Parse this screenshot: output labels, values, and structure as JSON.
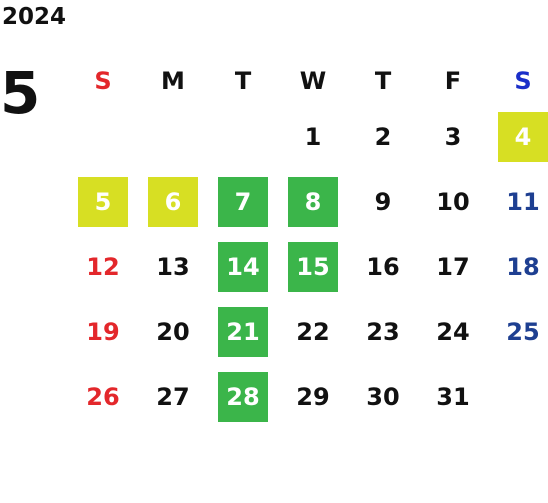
{
  "year": "2024",
  "month": "5",
  "colors": {
    "sunday": "#e3272b",
    "saturday": "#1e3f91",
    "saturday_header": "#1a2ec9",
    "highlight_yellow": "#d7df23",
    "highlight_green": "#3bb54a"
  },
  "weekdays": [
    "S",
    "M",
    "T",
    "W",
    "T",
    "F",
    "S"
  ],
  "weeks": [
    [
      {
        "day": ""
      },
      {
        "day": ""
      },
      {
        "day": ""
      },
      {
        "day": "1"
      },
      {
        "day": "2"
      },
      {
        "day": "3"
      },
      {
        "day": "4",
        "highlight": "yellow"
      }
    ],
    [
      {
        "day": "5",
        "highlight": "yellow"
      },
      {
        "day": "6",
        "highlight": "yellow"
      },
      {
        "day": "7",
        "highlight": "green"
      },
      {
        "day": "8",
        "highlight": "green"
      },
      {
        "day": "9"
      },
      {
        "day": "10"
      },
      {
        "day": "11"
      }
    ],
    [
      {
        "day": "12"
      },
      {
        "day": "13"
      },
      {
        "day": "14",
        "highlight": "green"
      },
      {
        "day": "15",
        "highlight": "green"
      },
      {
        "day": "16"
      },
      {
        "day": "17"
      },
      {
        "day": "18"
      }
    ],
    [
      {
        "day": "19"
      },
      {
        "day": "20"
      },
      {
        "day": "21",
        "highlight": "green"
      },
      {
        "day": "22"
      },
      {
        "day": "23"
      },
      {
        "day": "24"
      },
      {
        "day": "25"
      }
    ],
    [
      {
        "day": "26"
      },
      {
        "day": "27"
      },
      {
        "day": "28",
        "highlight": "green"
      },
      {
        "day": "29"
      },
      {
        "day": "30"
      },
      {
        "day": "31"
      },
      {
        "day": ""
      }
    ]
  ]
}
